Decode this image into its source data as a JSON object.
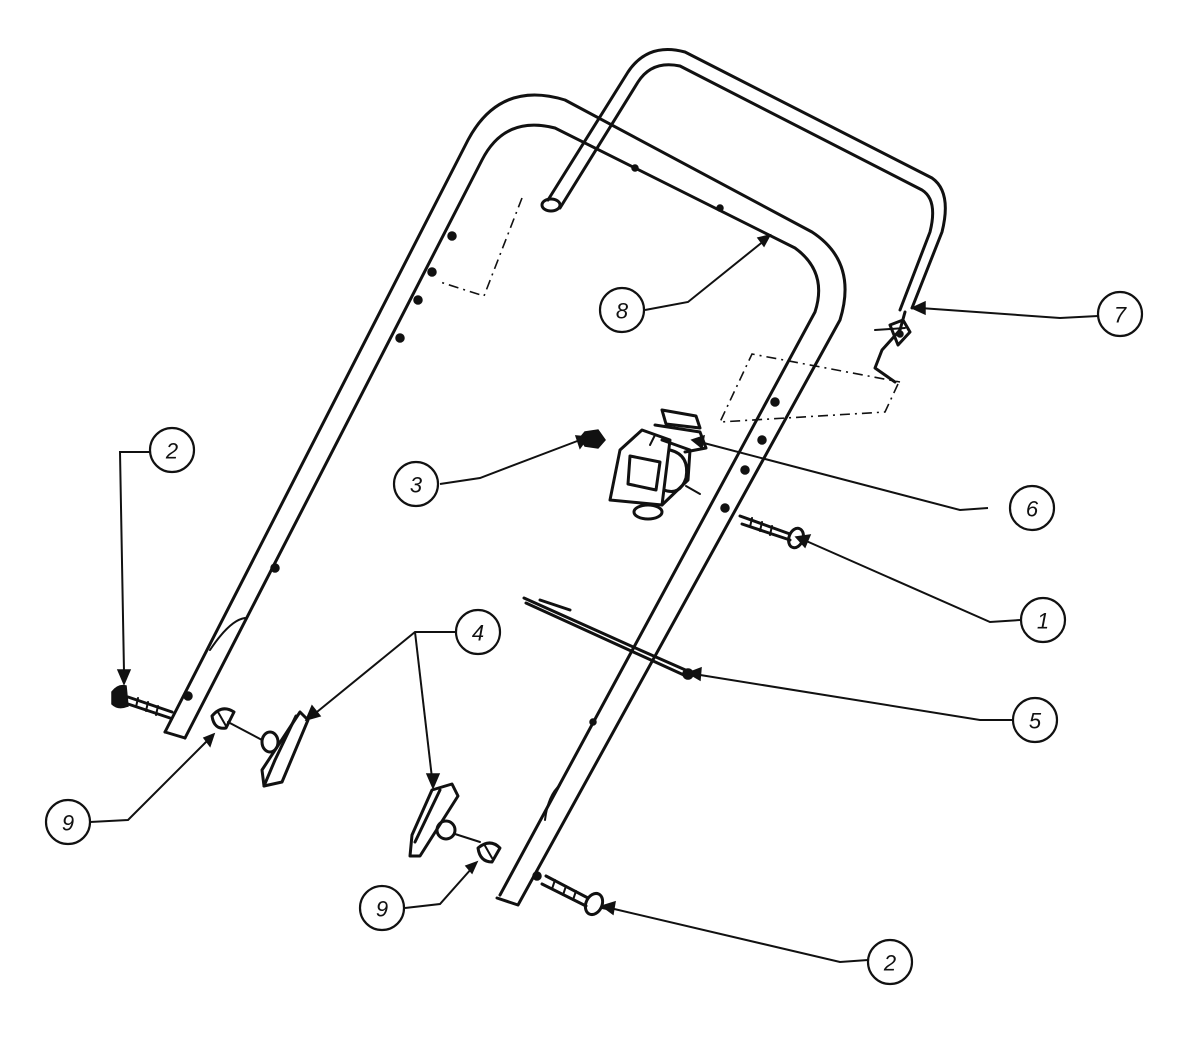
{
  "callouts": [
    {
      "id": "c8",
      "label": "8"
    },
    {
      "id": "c7",
      "label": "7"
    },
    {
      "id": "c2a",
      "label": "2"
    },
    {
      "id": "c3",
      "label": "3"
    },
    {
      "id": "c6",
      "label": "6"
    },
    {
      "id": "c1",
      "label": "1"
    },
    {
      "id": "c4",
      "label": "4"
    },
    {
      "id": "c5",
      "label": "5"
    },
    {
      "id": "c9a",
      "label": "9"
    },
    {
      "id": "c9b",
      "label": "9"
    },
    {
      "id": "c2b",
      "label": "2"
    }
  ]
}
